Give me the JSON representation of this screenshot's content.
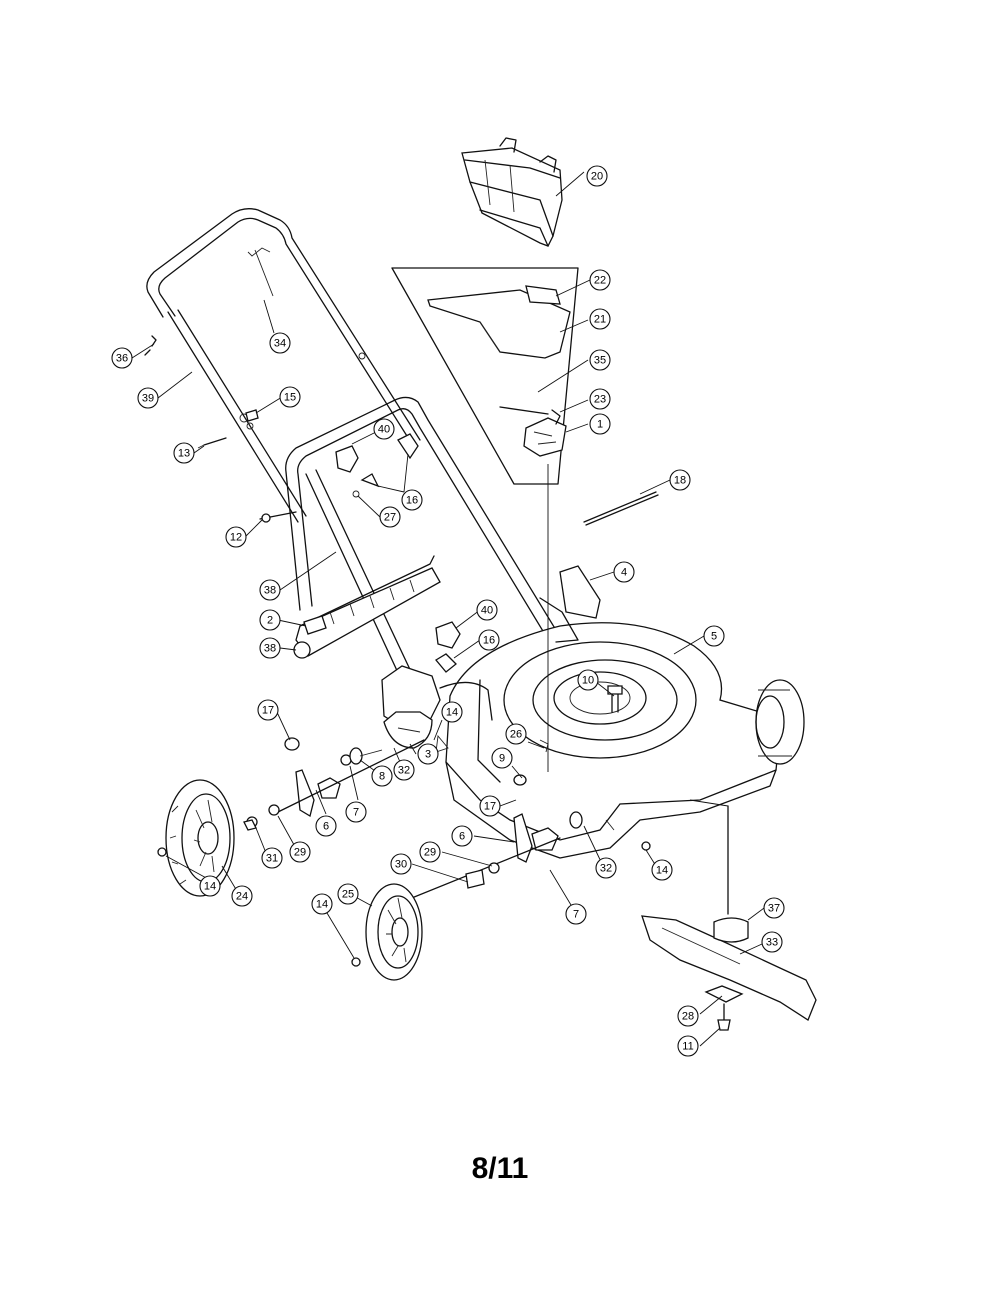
{
  "page_number": "8/11",
  "callouts": [
    {
      "id": "c20",
      "label": "20"
    },
    {
      "id": "c22",
      "label": "22"
    },
    {
      "id": "c21",
      "label": "21"
    },
    {
      "id": "c35",
      "label": "35"
    },
    {
      "id": "c23",
      "label": "23"
    },
    {
      "id": "c1",
      "label": "1"
    },
    {
      "id": "c18",
      "label": "18"
    },
    {
      "id": "c34",
      "label": "34"
    },
    {
      "id": "c36",
      "label": "36"
    },
    {
      "id": "c39",
      "label": "39"
    },
    {
      "id": "c15",
      "label": "15"
    },
    {
      "id": "c13",
      "label": "13"
    },
    {
      "id": "c40a",
      "label": "40"
    },
    {
      "id": "c16a",
      "label": "16"
    },
    {
      "id": "c27",
      "label": "27"
    },
    {
      "id": "c12",
      "label": "12"
    },
    {
      "id": "c38a",
      "label": "38"
    },
    {
      "id": "c4",
      "label": "4"
    },
    {
      "id": "c2",
      "label": "2"
    },
    {
      "id": "c40b",
      "label": "40"
    },
    {
      "id": "c16b",
      "label": "16"
    },
    {
      "id": "c38b",
      "label": "38"
    },
    {
      "id": "c5",
      "label": "5"
    },
    {
      "id": "c10",
      "label": "10"
    },
    {
      "id": "c17a",
      "label": "17"
    },
    {
      "id": "c3",
      "label": "3"
    },
    {
      "id": "c14a",
      "label": "14"
    },
    {
      "id": "c26",
      "label": "26"
    },
    {
      "id": "c9",
      "label": "9"
    },
    {
      "id": "c32a",
      "label": "32"
    },
    {
      "id": "c8",
      "label": "8"
    },
    {
      "id": "c7a",
      "label": "7"
    },
    {
      "id": "c6a",
      "label": "6"
    },
    {
      "id": "c17b",
      "label": "17"
    },
    {
      "id": "c29a",
      "label": "29"
    },
    {
      "id": "c31",
      "label": "31"
    },
    {
      "id": "c24",
      "label": "24"
    },
    {
      "id": "c14b",
      "label": "14"
    },
    {
      "id": "c6b",
      "label": "6"
    },
    {
      "id": "c32b",
      "label": "32"
    },
    {
      "id": "c14c",
      "label": "14"
    },
    {
      "id": "c29b",
      "label": "29"
    },
    {
      "id": "c30",
      "label": "30"
    },
    {
      "id": "c25",
      "label": "25"
    },
    {
      "id": "c7b",
      "label": "7"
    },
    {
      "id": "c14d",
      "label": "14"
    },
    {
      "id": "c37",
      "label": "37"
    },
    {
      "id": "c33",
      "label": "33"
    },
    {
      "id": "c28",
      "label": "28"
    },
    {
      "id": "c11",
      "label": "11"
    }
  ]
}
